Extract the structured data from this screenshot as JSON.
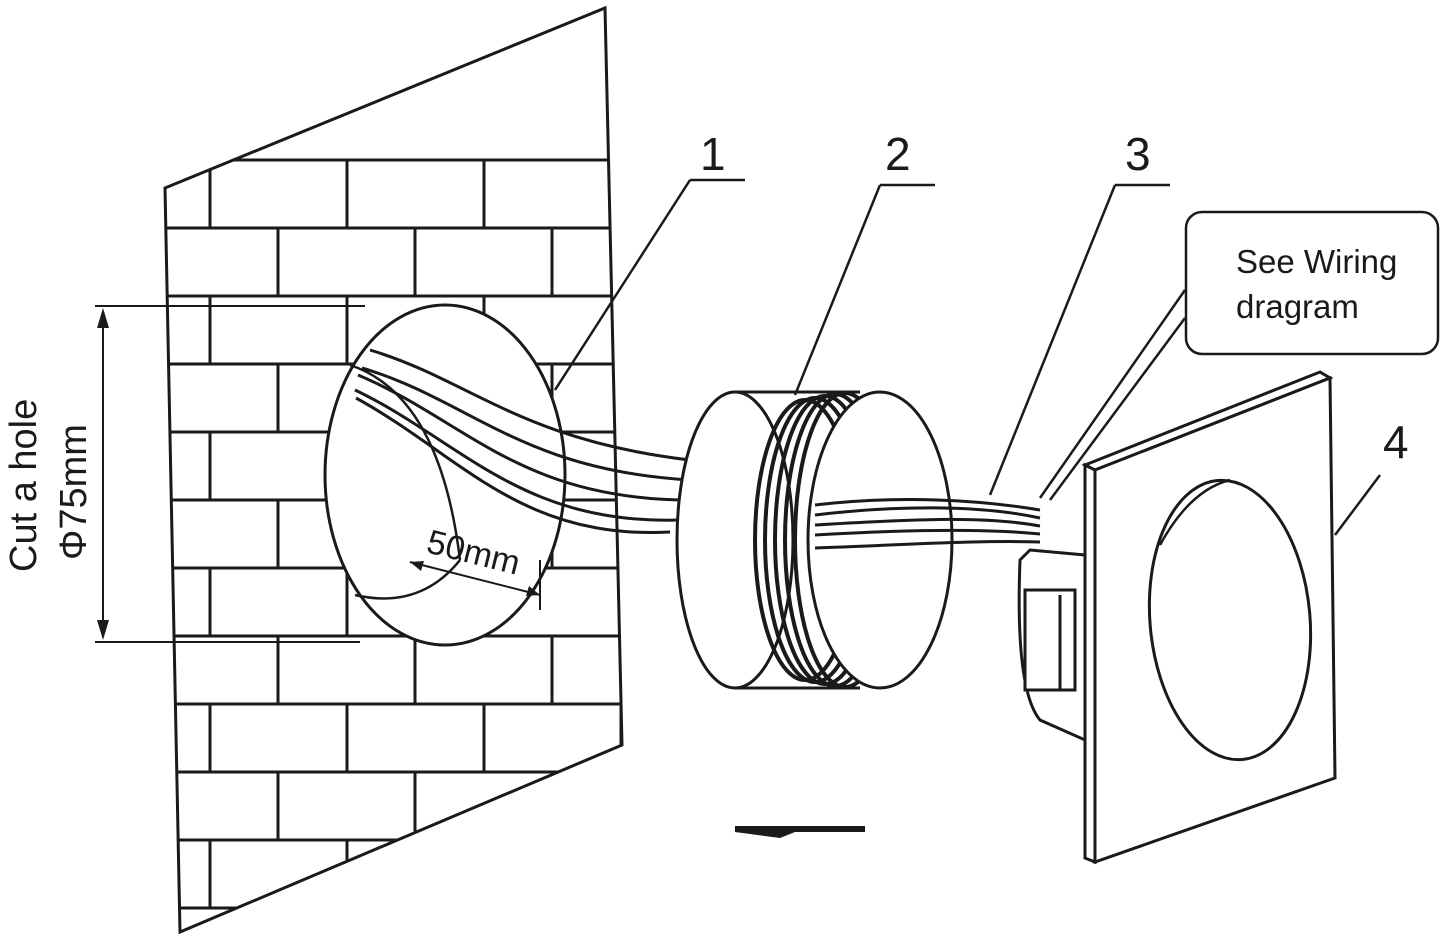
{
  "diagram": {
    "callouts": [
      {
        "number": "1",
        "part": "wall-hole"
      },
      {
        "number": "2",
        "part": "mounting-box"
      },
      {
        "number": "3",
        "part": "cable"
      },
      {
        "number": "4",
        "part": "light-fixture"
      }
    ],
    "hole_instruction": [
      "Cut a hole",
      "Φ75mm"
    ],
    "depth_dimension": "50mm",
    "wiring_note": [
      "See Wiring",
      "dragram"
    ],
    "install_direction": "left",
    "colors": {
      "line": "#1a1a1a",
      "background": "#ffffff"
    }
  }
}
